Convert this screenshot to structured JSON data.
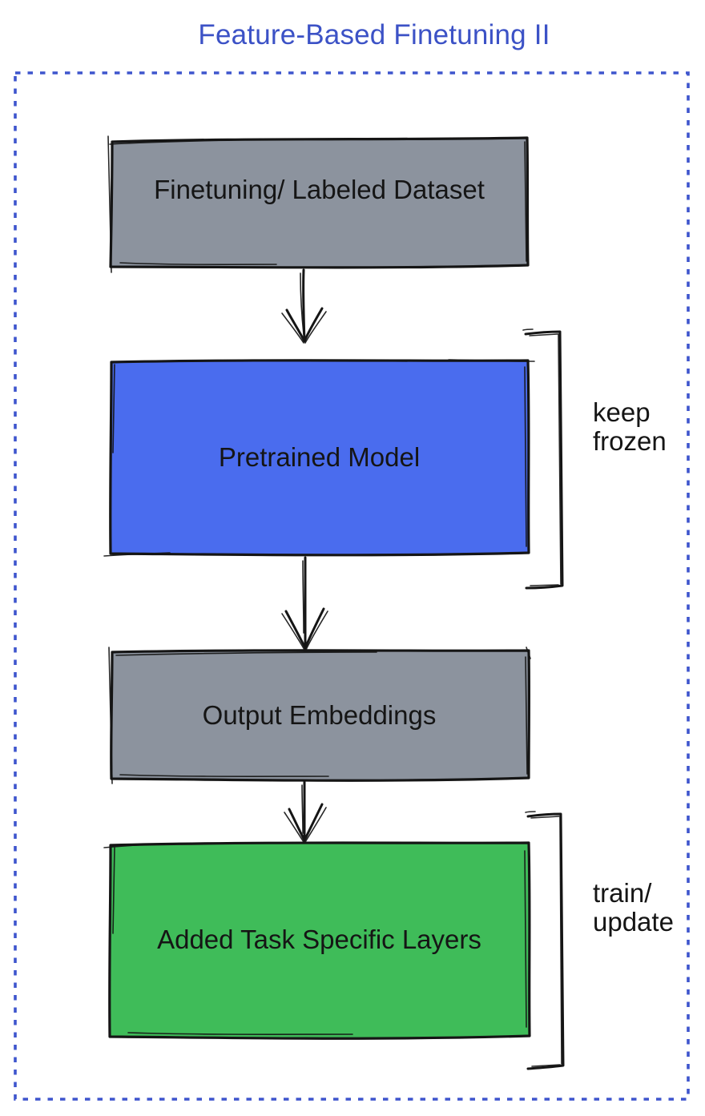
{
  "title": "Feature-Based Finetuning II",
  "colors": {
    "title-blue": "#3c52c6",
    "border-blue": "#3e55cd",
    "box-gray": "#8c939e",
    "box-blue": "#4a6cee",
    "box-green": "#3fbc59",
    "ink": "#151515"
  },
  "diagram": {
    "nodes": [
      {
        "id": "dataset",
        "label": "Finetuning/ Labeled Dataset",
        "fill": "gray"
      },
      {
        "id": "pretrained",
        "label": "Pretrained Model",
        "fill": "blue"
      },
      {
        "id": "embeddings",
        "label": "Output Embeddings",
        "fill": "gray"
      },
      {
        "id": "task-layers",
        "label": "Added Task Specific Layers",
        "fill": "green"
      }
    ],
    "edges": [
      {
        "from": "dataset",
        "to": "pretrained"
      },
      {
        "from": "pretrained",
        "to": "embeddings"
      },
      {
        "from": "embeddings",
        "to": "task-layers"
      }
    ],
    "annotations": [
      {
        "id": "keep-frozen",
        "target": "pretrained",
        "label": "keep\nfrozen"
      },
      {
        "id": "train-update",
        "target": "task-layers",
        "label": "train/\nupdate"
      }
    ]
  }
}
